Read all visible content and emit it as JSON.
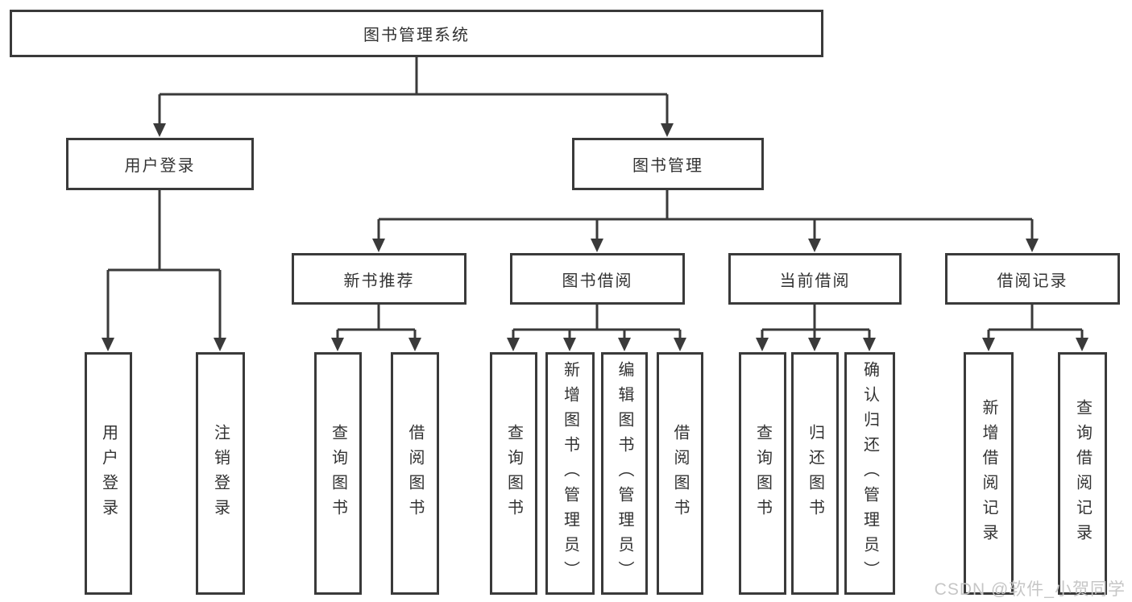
{
  "tree": {
    "root": {
      "label": "图书管理系统"
    },
    "children": [
      {
        "label": "用户登录",
        "children": [
          {
            "label": "用户登录"
          },
          {
            "label": "注销登录"
          }
        ]
      },
      {
        "label": "图书管理",
        "children": [
          {
            "label": "新书推荐",
            "children": [
              {
                "label": "查询图书"
              },
              {
                "label": "借阅图书"
              }
            ]
          },
          {
            "label": "图书借阅",
            "children": [
              {
                "label": "查询图书"
              },
              {
                "label": "新增图书（管理员）"
              },
              {
                "label": "编辑图书（管理员）"
              },
              {
                "label": "借阅图书"
              }
            ]
          },
          {
            "label": "当前借阅",
            "children": [
              {
                "label": "查询图书"
              },
              {
                "label": "归还图书"
              },
              {
                "label": "确认归还（管理员）"
              }
            ]
          },
          {
            "label": "借阅记录",
            "children": [
              {
                "label": "新增借阅记录"
              },
              {
                "label": "查询借阅记录"
              }
            ]
          }
        ]
      }
    ]
  },
  "watermark": {
    "text": "CSDN @软件_小贺同学"
  },
  "colors": {
    "line": "#3a3a3a",
    "text": "#333333",
    "watermark": "#c6c6c6",
    "background": "#ffffff"
  }
}
